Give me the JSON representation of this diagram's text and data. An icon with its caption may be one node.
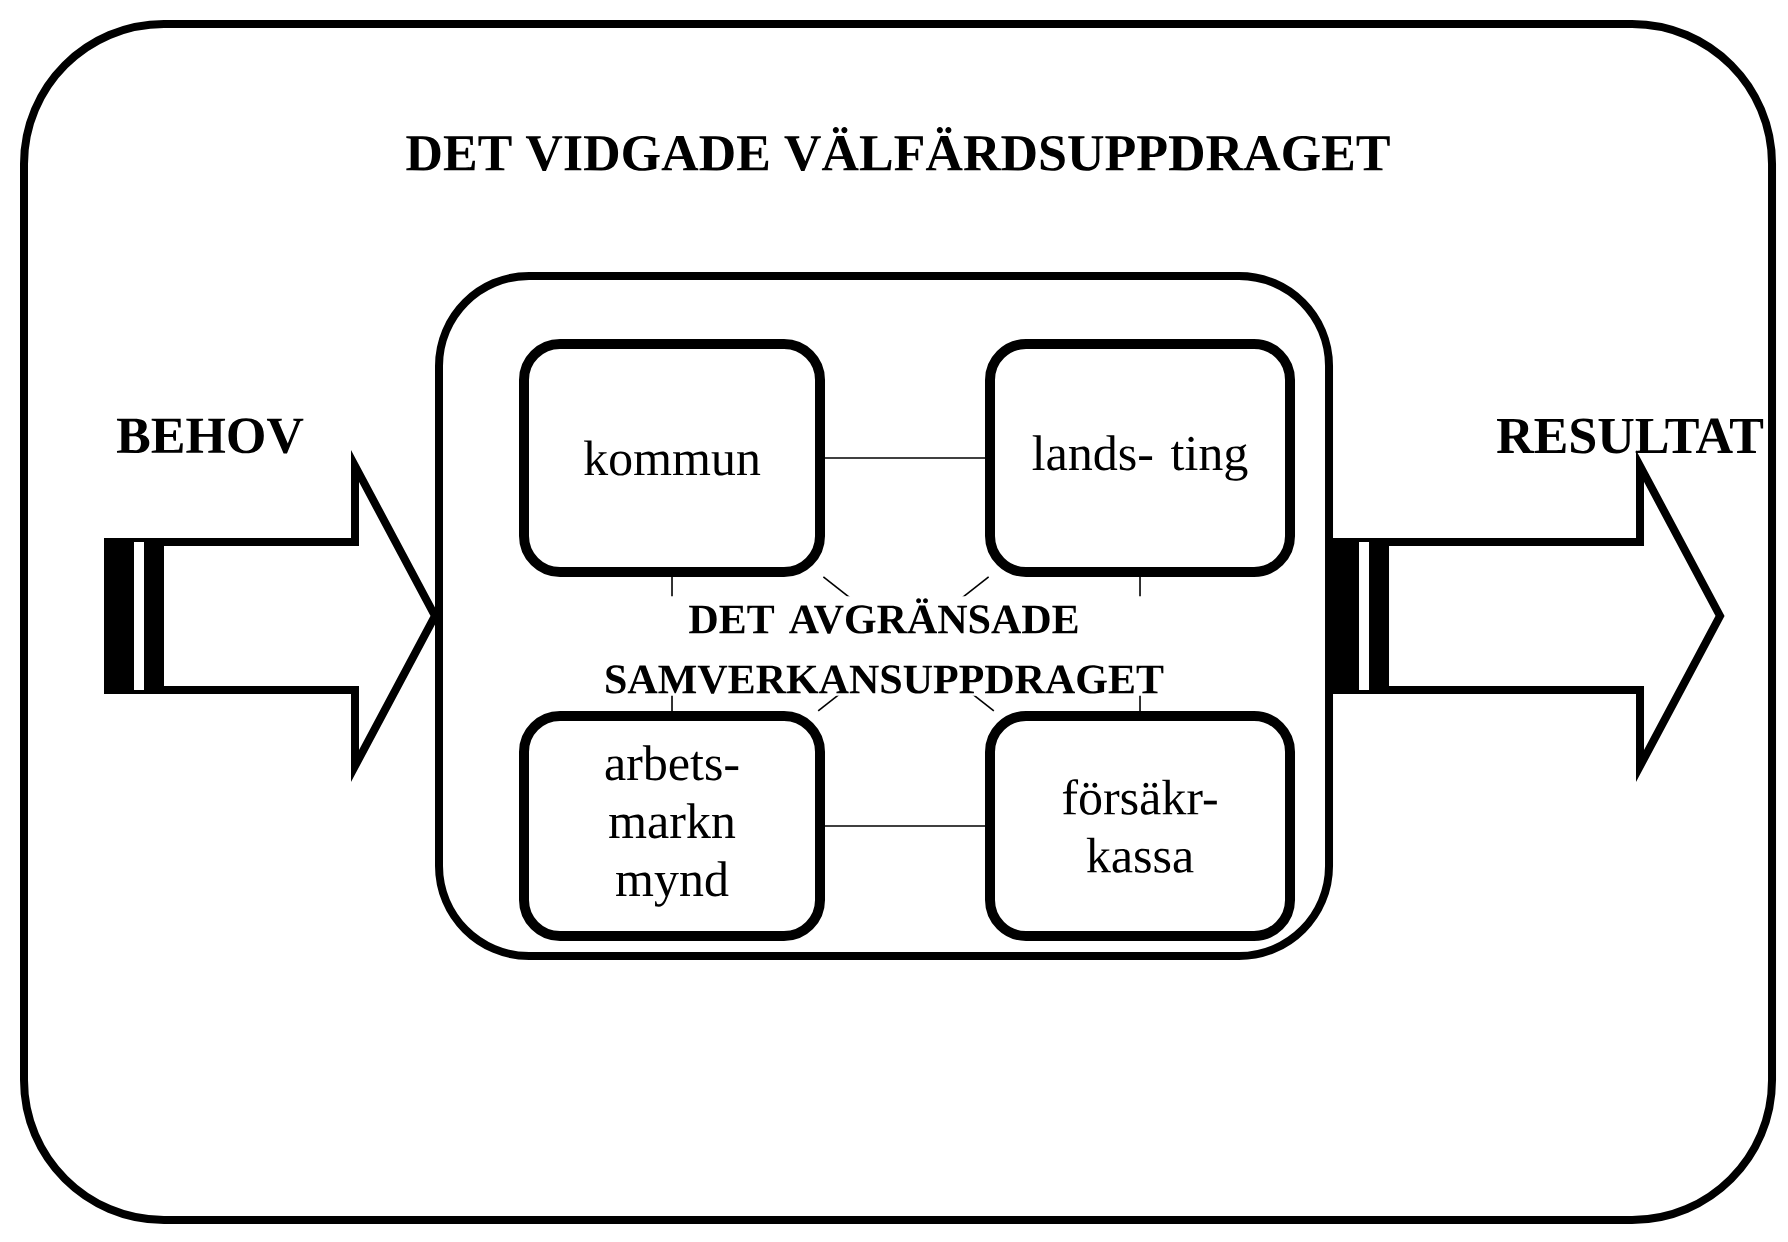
{
  "diagram": {
    "nodes": [
      {
        "text": [
          "DET VIDGADE VÄLFÄRDSUPPDRAGET"
        ]
      },
      {
        "text": [
          "DET AVGRÄNSADE SAMVERKANSUPPDRAGET"
        ],
        "in": 0
      },
      {
        "text": [
          "kommun"
        ],
        "in": 1
      },
      {
        "text": [
          "lands- ting"
        ],
        "in": 1
      },
      {
        "text": [
          "arbets- markn mynd"
        ],
        "in": 1
      },
      {
        "text": [
          "försäkr- kassa"
        ],
        "in": 1
      }
    ],
    "edges": [
      {
        "from": 2,
        "to": 3,
        "arrow": "none"
      },
      {
        "from": 2,
        "to": 4,
        "arrow": "none"
      },
      {
        "from": 2,
        "to": 5,
        "arrow": "none"
      },
      {
        "from": 3,
        "to": 4,
        "arrow": "none"
      },
      {
        "from": 3,
        "to": 5,
        "arrow": "none"
      },
      {
        "from": 4,
        "to": 5,
        "arrow": "none"
      },
      {
        "from": null,
        "to": 1,
        "arrow": "to",
        "label": "BEHOV"
      },
      {
        "from": 1,
        "to": null,
        "arrow": "to",
        "label": "RESULTAT"
      }
    ]
  }
}
